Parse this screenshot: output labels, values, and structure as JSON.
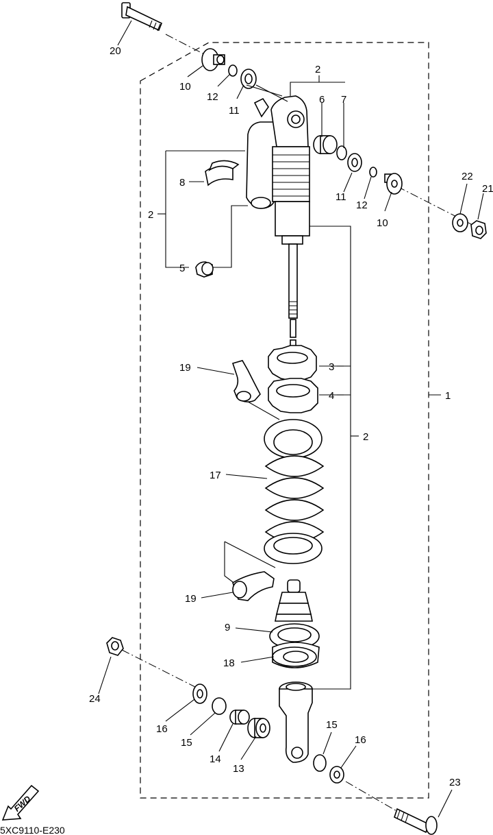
{
  "diagram": {
    "code": "5XC9110-E230",
    "fwd_label": "FWD",
    "labels": {
      "l1": "1",
      "l2a": "2",
      "l2b": "2",
      "l2c": "2",
      "l3": "3",
      "l4": "4",
      "l5": "5",
      "l6": "6",
      "l7": "7",
      "l8": "8",
      "l9": "9",
      "l10a": "10",
      "l10b": "10",
      "l11a": "11",
      "l11b": "11",
      "l12a": "12",
      "l12b": "12",
      "l13": "13",
      "l14": "14",
      "l15a": "15",
      "l15b": "15",
      "l16a": "16",
      "l16b": "16",
      "l17": "17",
      "l18": "18",
      "l19a": "19",
      "l19b": "19",
      "l20": "20",
      "l21": "21",
      "l22": "22",
      "l23": "23",
      "l24": "24"
    }
  }
}
